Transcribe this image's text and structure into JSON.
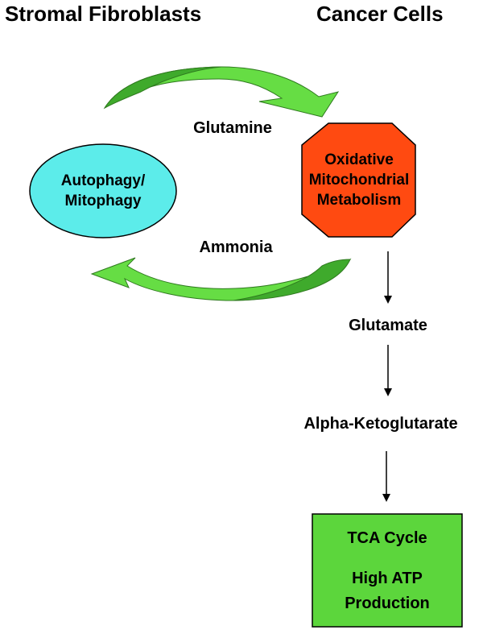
{
  "headers": {
    "left": "Stromal Fibroblasts",
    "right": "Cancer Cells"
  },
  "cycle": {
    "glutamine": "Glutamine",
    "ammonia": "Ammonia"
  },
  "stroma_node": {
    "line1": "Autophagy/",
    "line2": "Mitophagy"
  },
  "cancer_node": {
    "line1": "Oxidative",
    "line2": "Mitochondrial",
    "line3": "Metabolism"
  },
  "pathway": {
    "glutamate": "Glutamate",
    "akg": "Alpha-Ketoglutarate"
  },
  "tca_box": {
    "line1": "TCA Cycle",
    "line2": "High ATP",
    "line3": "Production"
  },
  "colors": {
    "arrow_light": "#66dd44",
    "arrow_dark": "#3faa2c",
    "ellipse_fill": "#5cecea",
    "octagon_fill": "#ff4a11",
    "box_fill": "#5cd63c"
  }
}
